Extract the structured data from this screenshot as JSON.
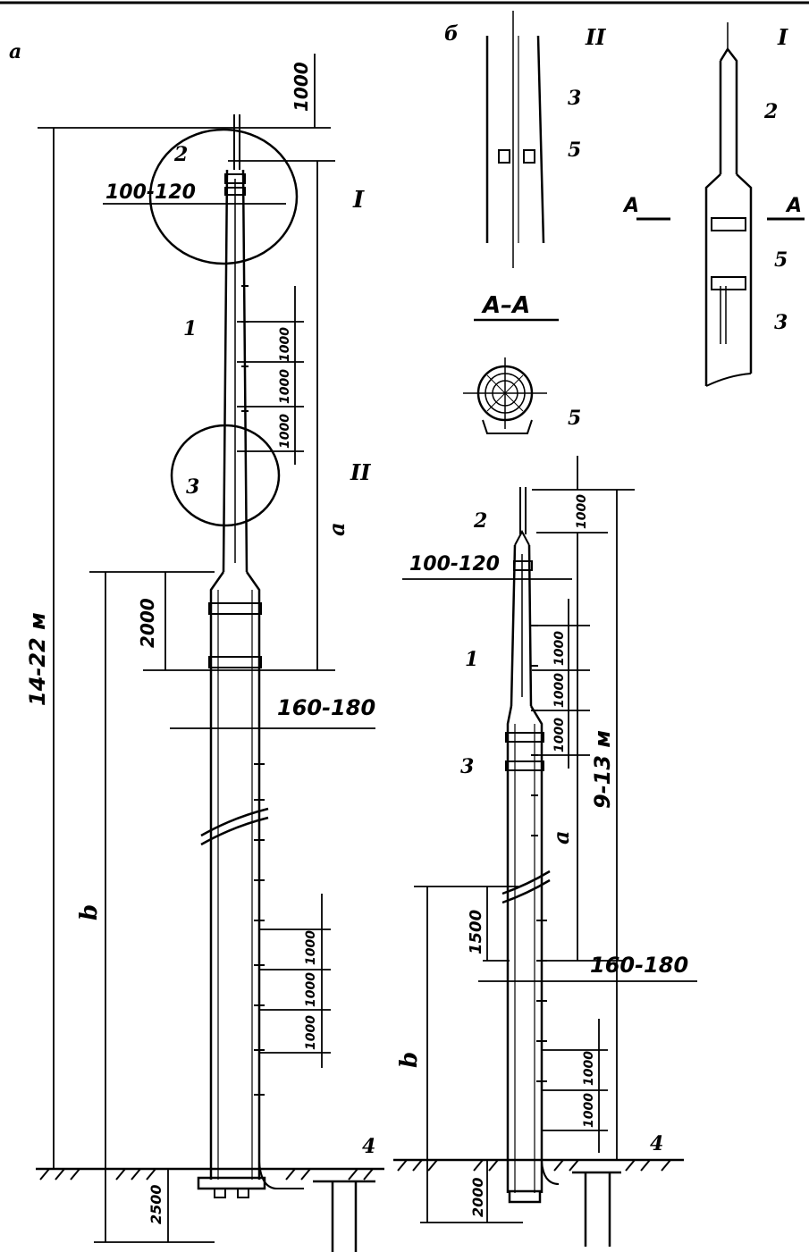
{
  "labels": {
    "view_a": "a",
    "view_b": "б",
    "view_I": "I",
    "view_II": "II",
    "section_AA": "A–A",
    "section_mark": "A",
    "n1": "1",
    "n2": "2",
    "n3": "3",
    "n4": "4",
    "n5": "5",
    "a": "a",
    "b": "b"
  },
  "dims": {
    "d1000": "1000",
    "d2000": "2000",
    "d1500": "1500",
    "d2500": "2500",
    "d100_120": "100-120",
    "d160_180": "160-180",
    "d14_22": "14-22 м",
    "d9_13": "9-13 м"
  }
}
